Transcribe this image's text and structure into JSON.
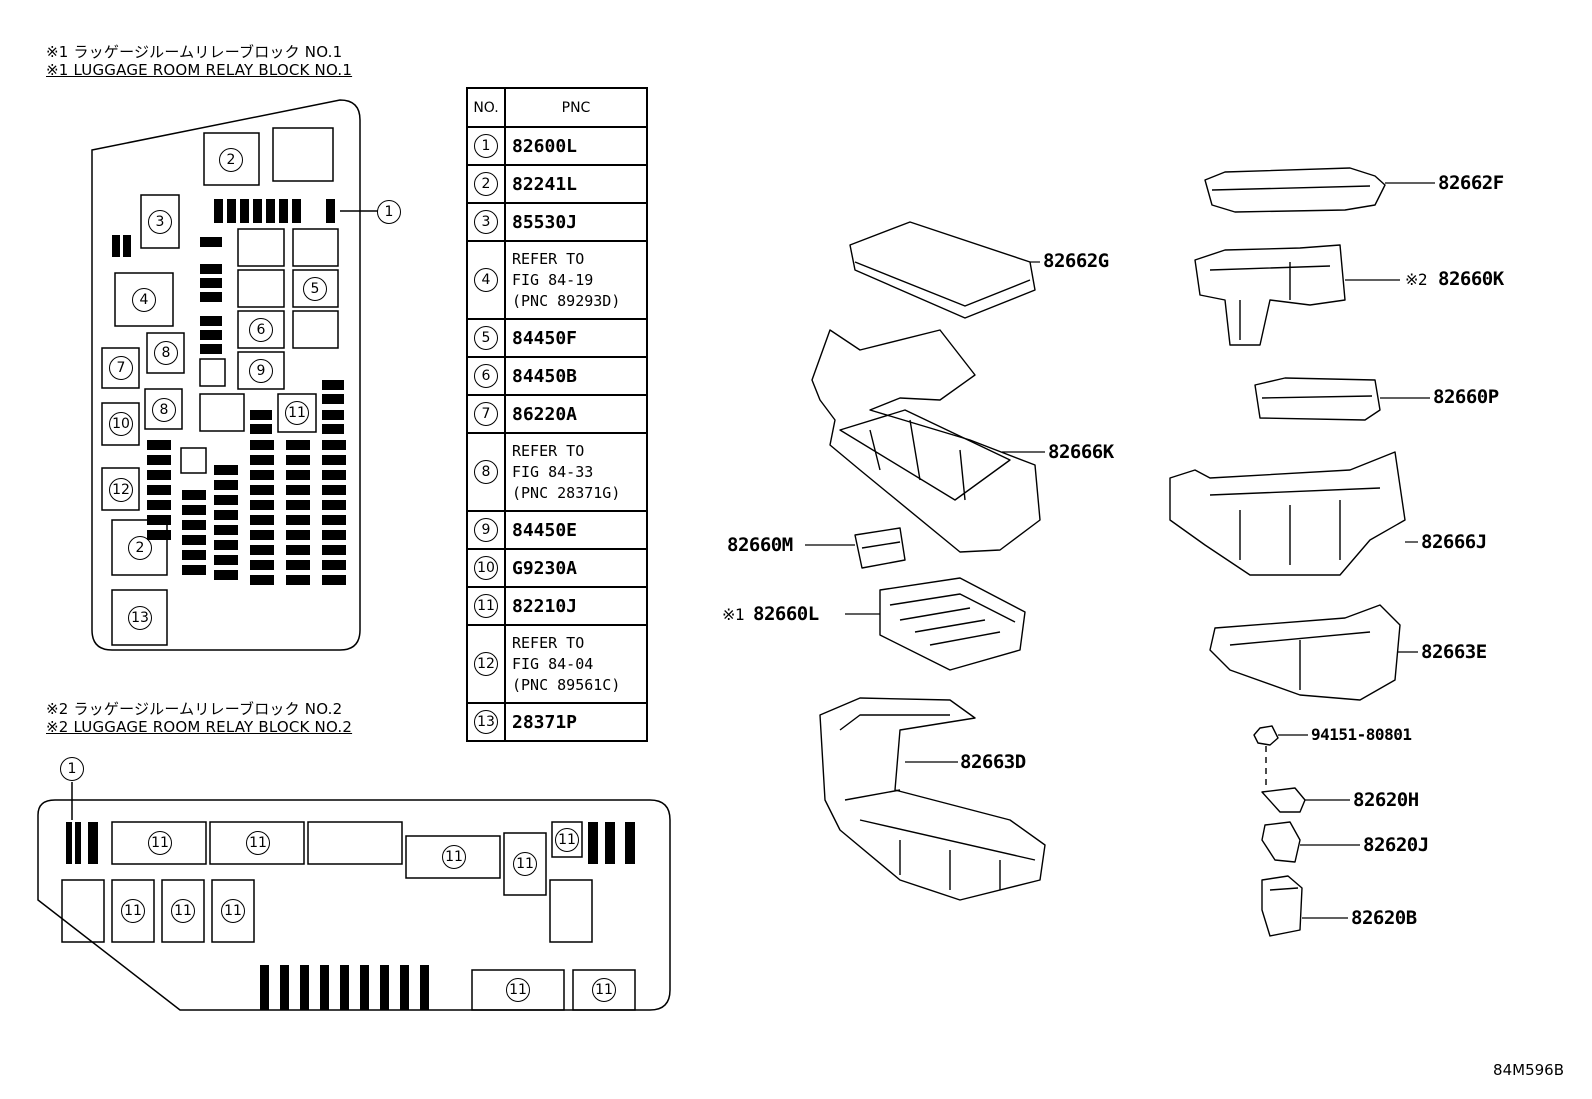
{
  "block1": {
    "title_ja": "※1 ラッゲージルームリレーブロック NO.1",
    "title_en": "※1 LUGGAGE ROOM RELAY BLOCK NO.1"
  },
  "block2": {
    "title_ja": "※2 ラッゲージルームリレーブロック NO.2",
    "title_en": "※2 LUGGAGE ROOM RELAY BLOCK NO.2"
  },
  "table": {
    "headers": [
      "NO.",
      "PNC"
    ],
    "rows": [
      {
        "no": "1",
        "pnc": "82600L"
      },
      {
        "no": "2",
        "pnc": "82241L"
      },
      {
        "no": "3",
        "pnc": "85530J"
      },
      {
        "no": "4",
        "pnc": "REFER TO\nFIG 84-19\n(PNC 89293D)"
      },
      {
        "no": "5",
        "pnc": "84450F"
      },
      {
        "no": "6",
        "pnc": "84450B"
      },
      {
        "no": "7",
        "pnc": "86220A"
      },
      {
        "no": "8",
        "pnc": "REFER TO\nFIG 84-33\n(PNC 28371G)"
      },
      {
        "no": "9",
        "pnc": "84450E"
      },
      {
        "no": "10",
        "pnc": "G9230A"
      },
      {
        "no": "11",
        "pnc": "82210J"
      },
      {
        "no": "12",
        "pnc": "REFER TO\nFIG 84-04\n(PNC 89561C)"
      },
      {
        "no": "13",
        "pnc": "28371P"
      }
    ]
  },
  "labels": {
    "p82662F": "82662F",
    "p82662G": "82662G",
    "p82660K_mark": "※2",
    "p82660K": "82660K",
    "p82660P": "82660P",
    "p82666K": "82666K",
    "p82666J": "82666J",
    "p82660M": "82660M",
    "p82660L_mark": "※1",
    "p82660L": "82660L",
    "p82663E": "82663E",
    "p82663D": "82663D",
    "p94151": "94151-80801",
    "p82620H": "82620H",
    "p82620J": "82620J",
    "p82620B": "82620B"
  },
  "markers": {
    "one": "1",
    "two": "2",
    "three": "3",
    "four": "4",
    "five": "5",
    "six": "6",
    "seven": "7",
    "eight": "8",
    "nine": "9",
    "ten": "10",
    "eleven": "11",
    "twelve": "12",
    "thirteen": "13"
  },
  "diagram_code": "84M596B"
}
